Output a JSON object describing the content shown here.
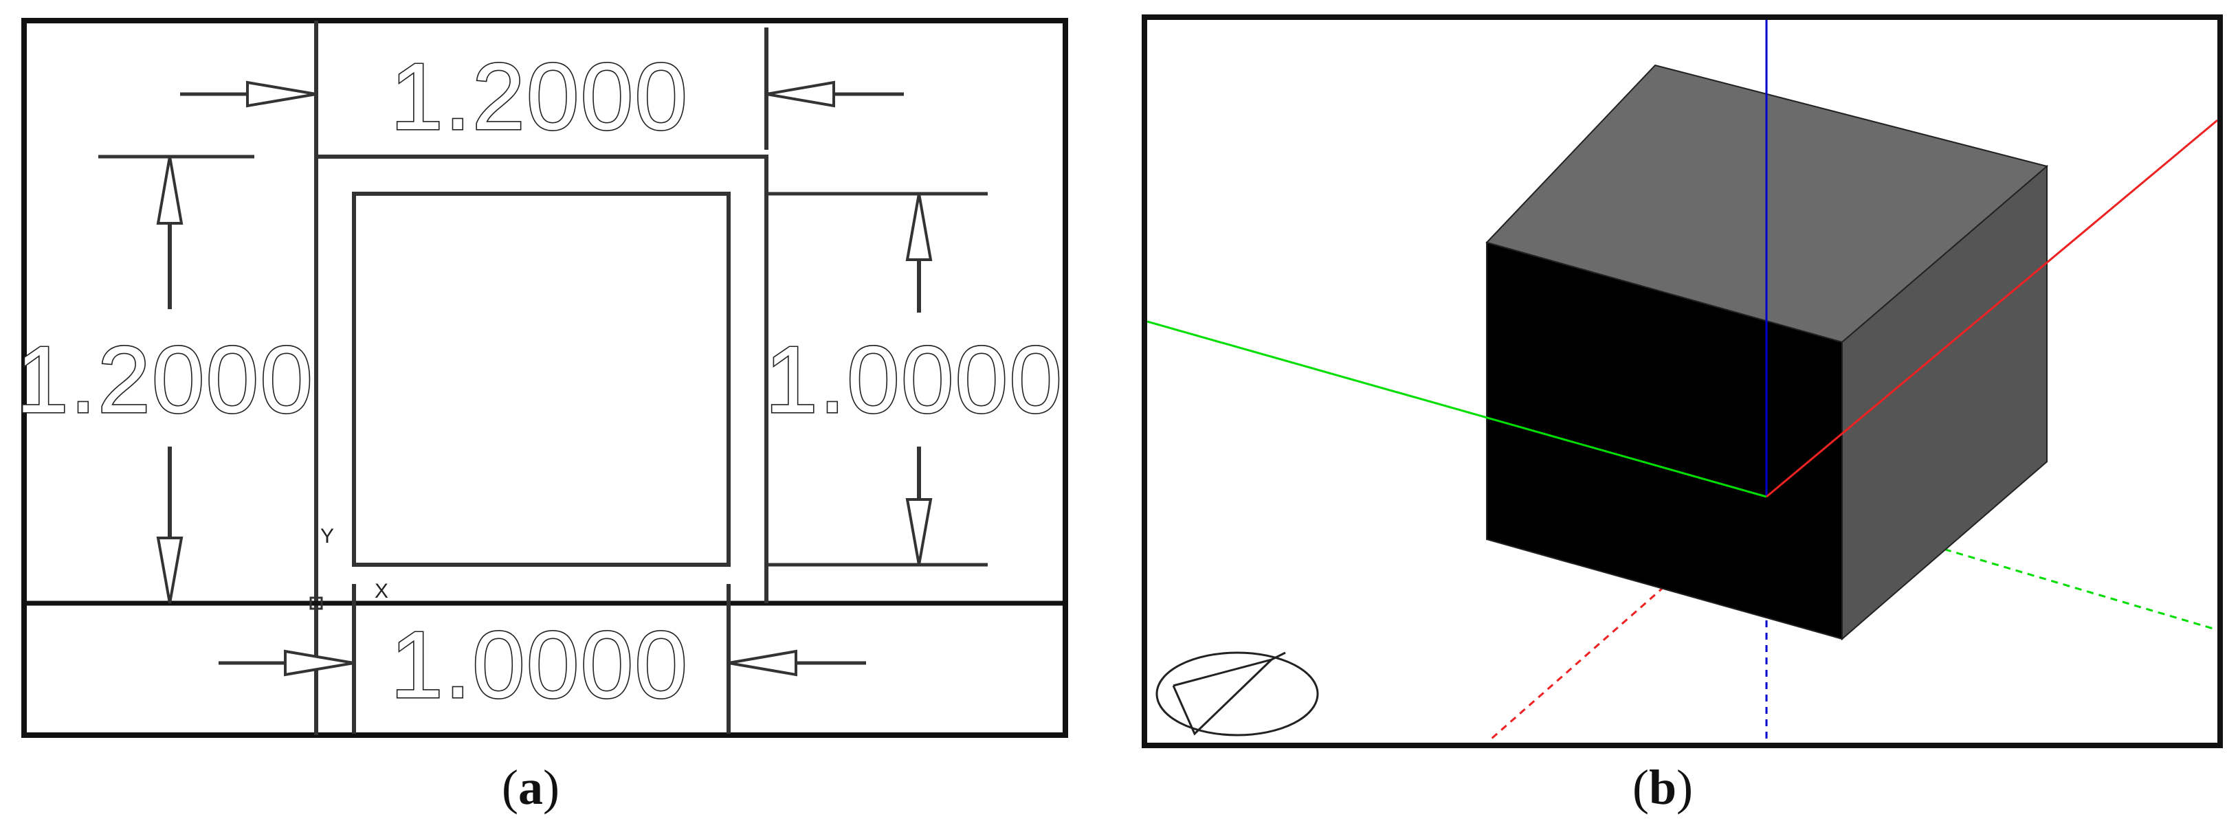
{
  "figure": {
    "panel_a": {
      "caption_letter": "a",
      "dimensions": {
        "outer_width": "1.2000",
        "outer_height": "1.2000",
        "inner_height": "1.0000",
        "inner_width": "1.0000"
      },
      "axis_glyphs": {
        "y": "Y",
        "x": "X"
      }
    },
    "panel_b": {
      "caption_letter": "b",
      "colors": {
        "top_face": "#6b6b6b",
        "front_face": "#000000",
        "right_face": "#555555",
        "axis_z": "#0000cc",
        "axis_y": "#00dd00",
        "axis_x": "#ee2222"
      },
      "view_cube_icon": "view-orientation-icon"
    }
  }
}
